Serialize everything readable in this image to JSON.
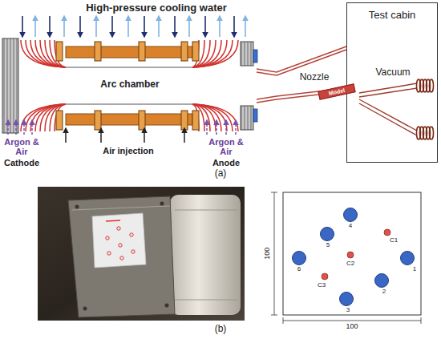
{
  "diagram": {
    "nodes": [
      {
        "text": [
          "Test cabin"
        ]
      },
      {
        "text": [
          "Model"
        ]
      }
    ],
    "labels": [
      "High-pressure cooling water",
      "Arc chamber",
      "Argon & Air",
      "Cathode",
      "Air injection",
      "Argon & Air",
      "Anode",
      "Nozzle",
      "Vacuum",
      "(a)",
      "100",
      "100",
      "1",
      "2",
      "3",
      "4",
      "5",
      "6",
      "C1",
      "C2",
      "C3",
      "(b)"
    ]
  }
}
